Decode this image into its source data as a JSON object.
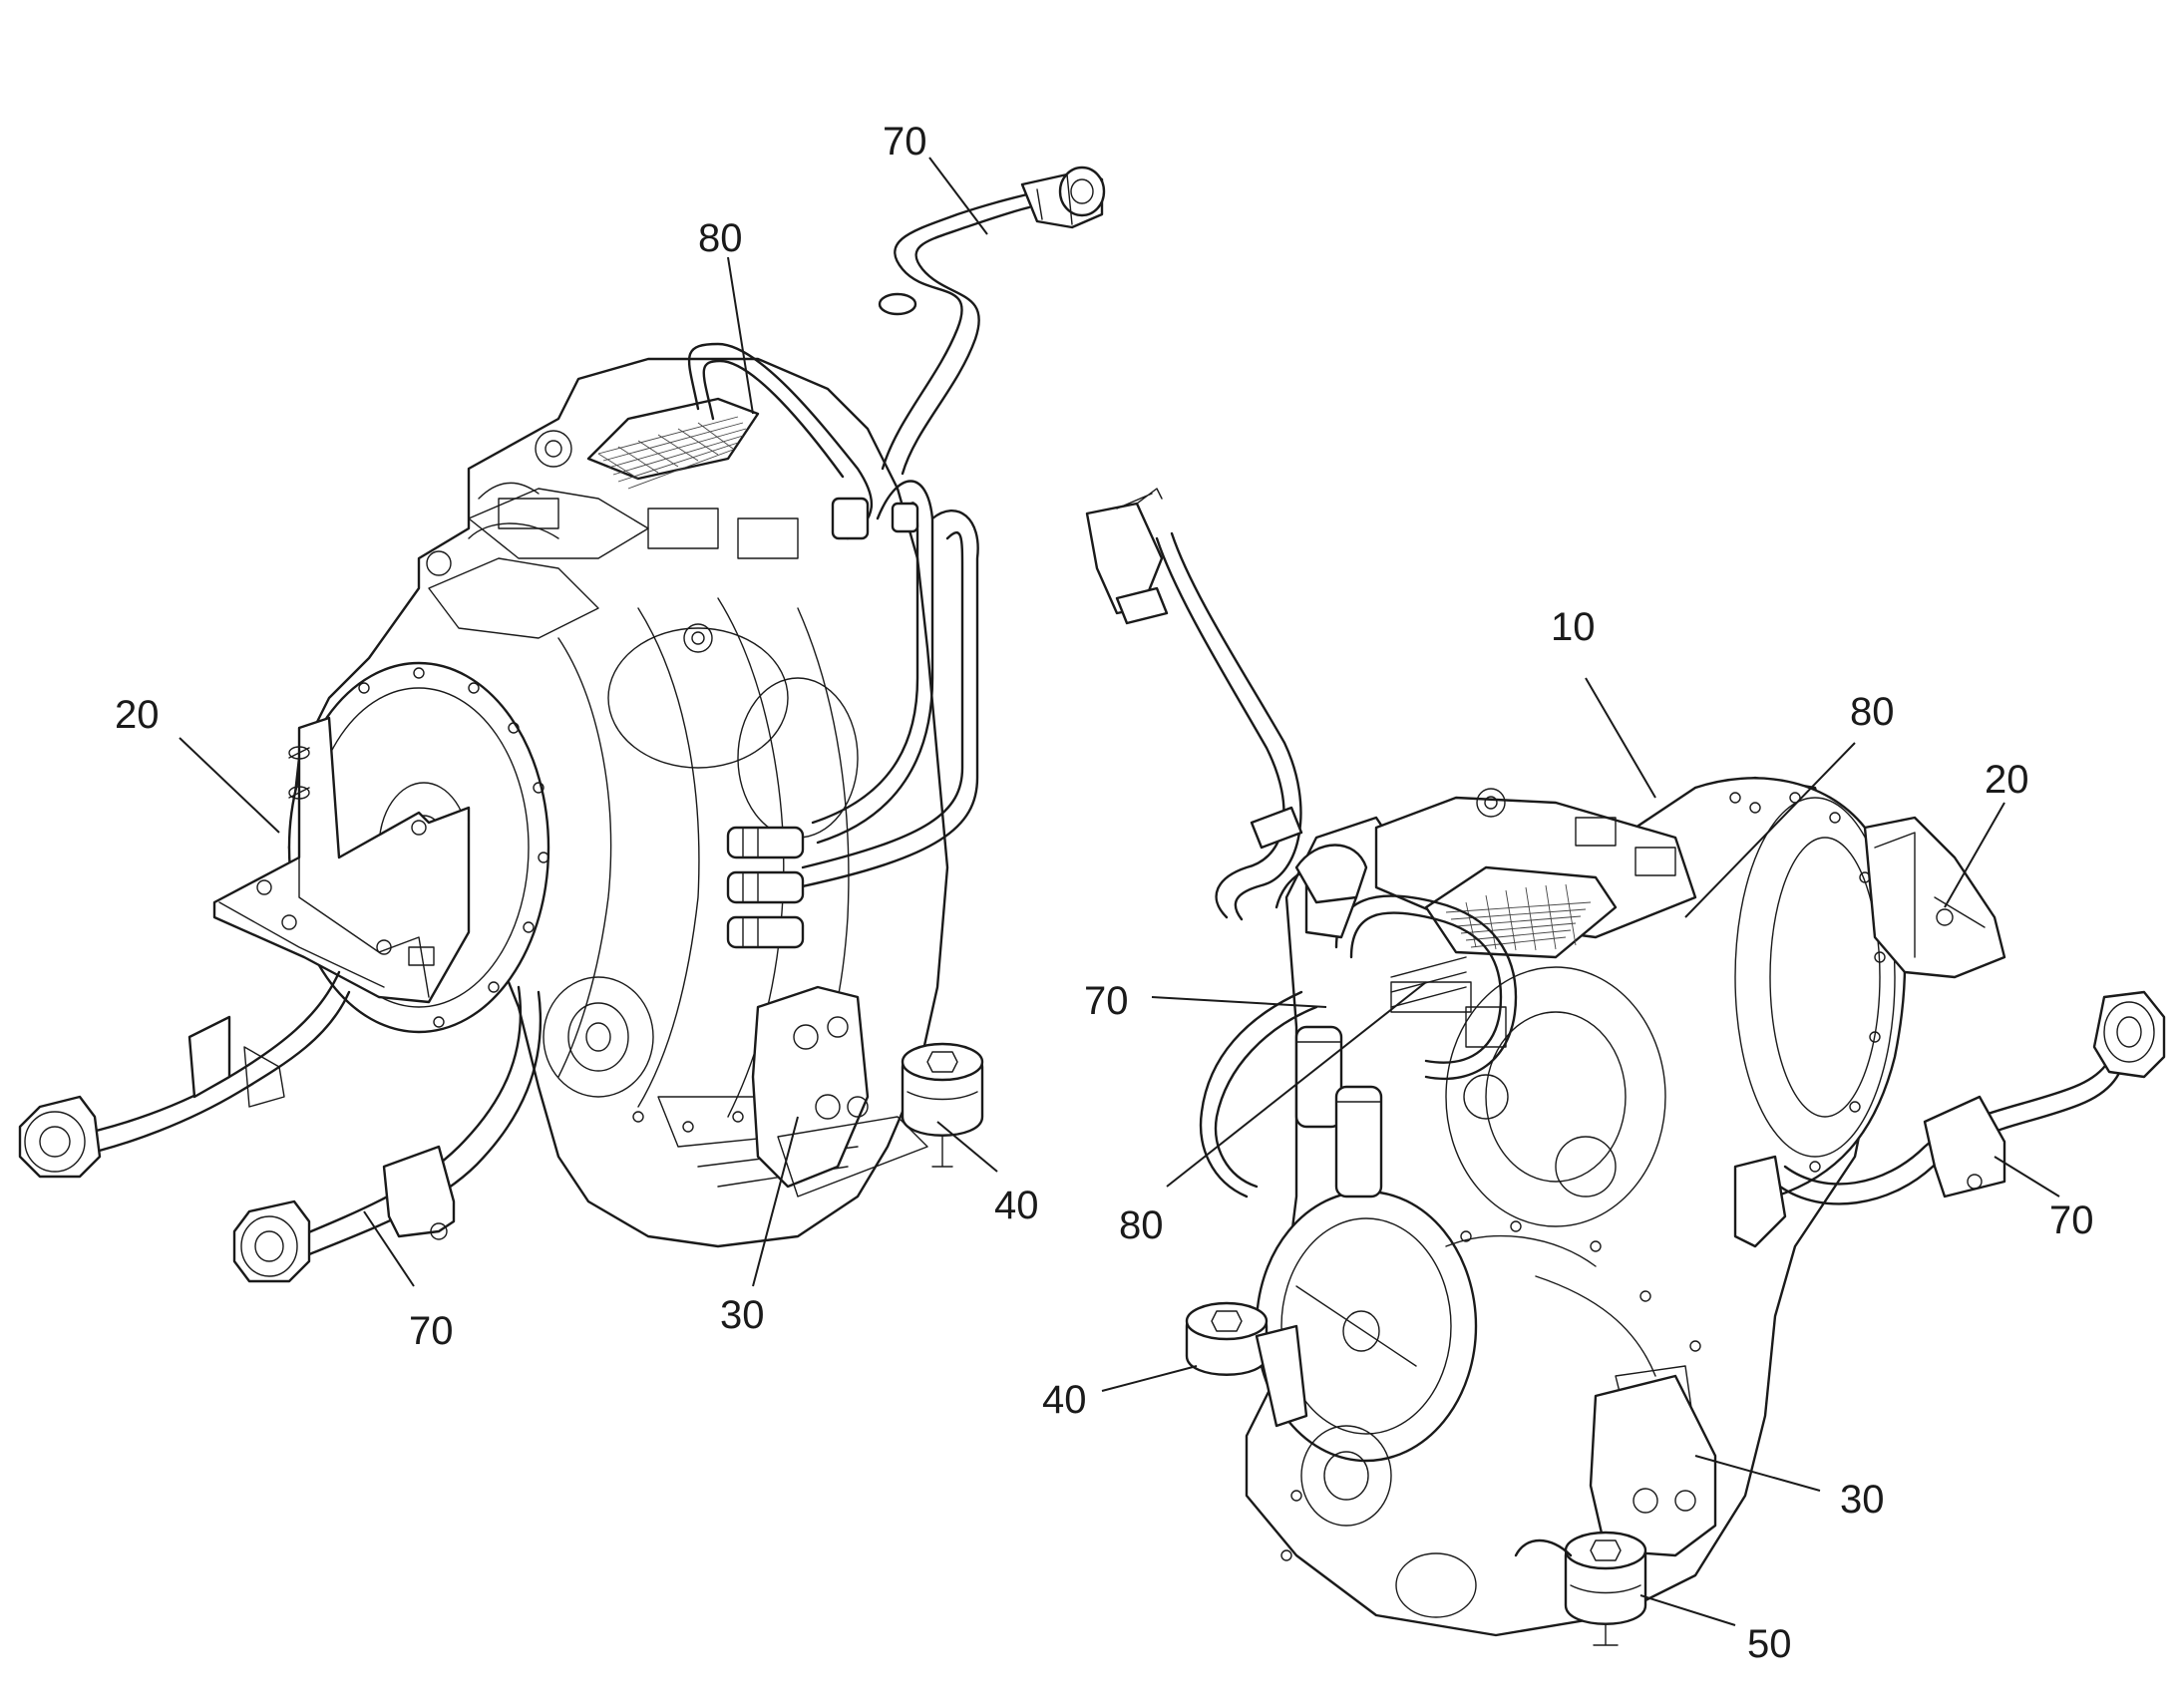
{
  "drawing": {
    "line_color": "#1a1a1a",
    "background": "#ffffff"
  },
  "callouts": {
    "left_70_top": "70",
    "left_80": "80",
    "left_20": "20",
    "left_70_bottom": "70",
    "left_30": "30",
    "left_40": "40",
    "right_10": "10",
    "right_80_top": "80",
    "right_20": "20",
    "right_70_left": "70",
    "right_80_bottom": "80",
    "right_70_right": "70",
    "right_40": "40",
    "right_30": "30",
    "right_50": "50"
  }
}
